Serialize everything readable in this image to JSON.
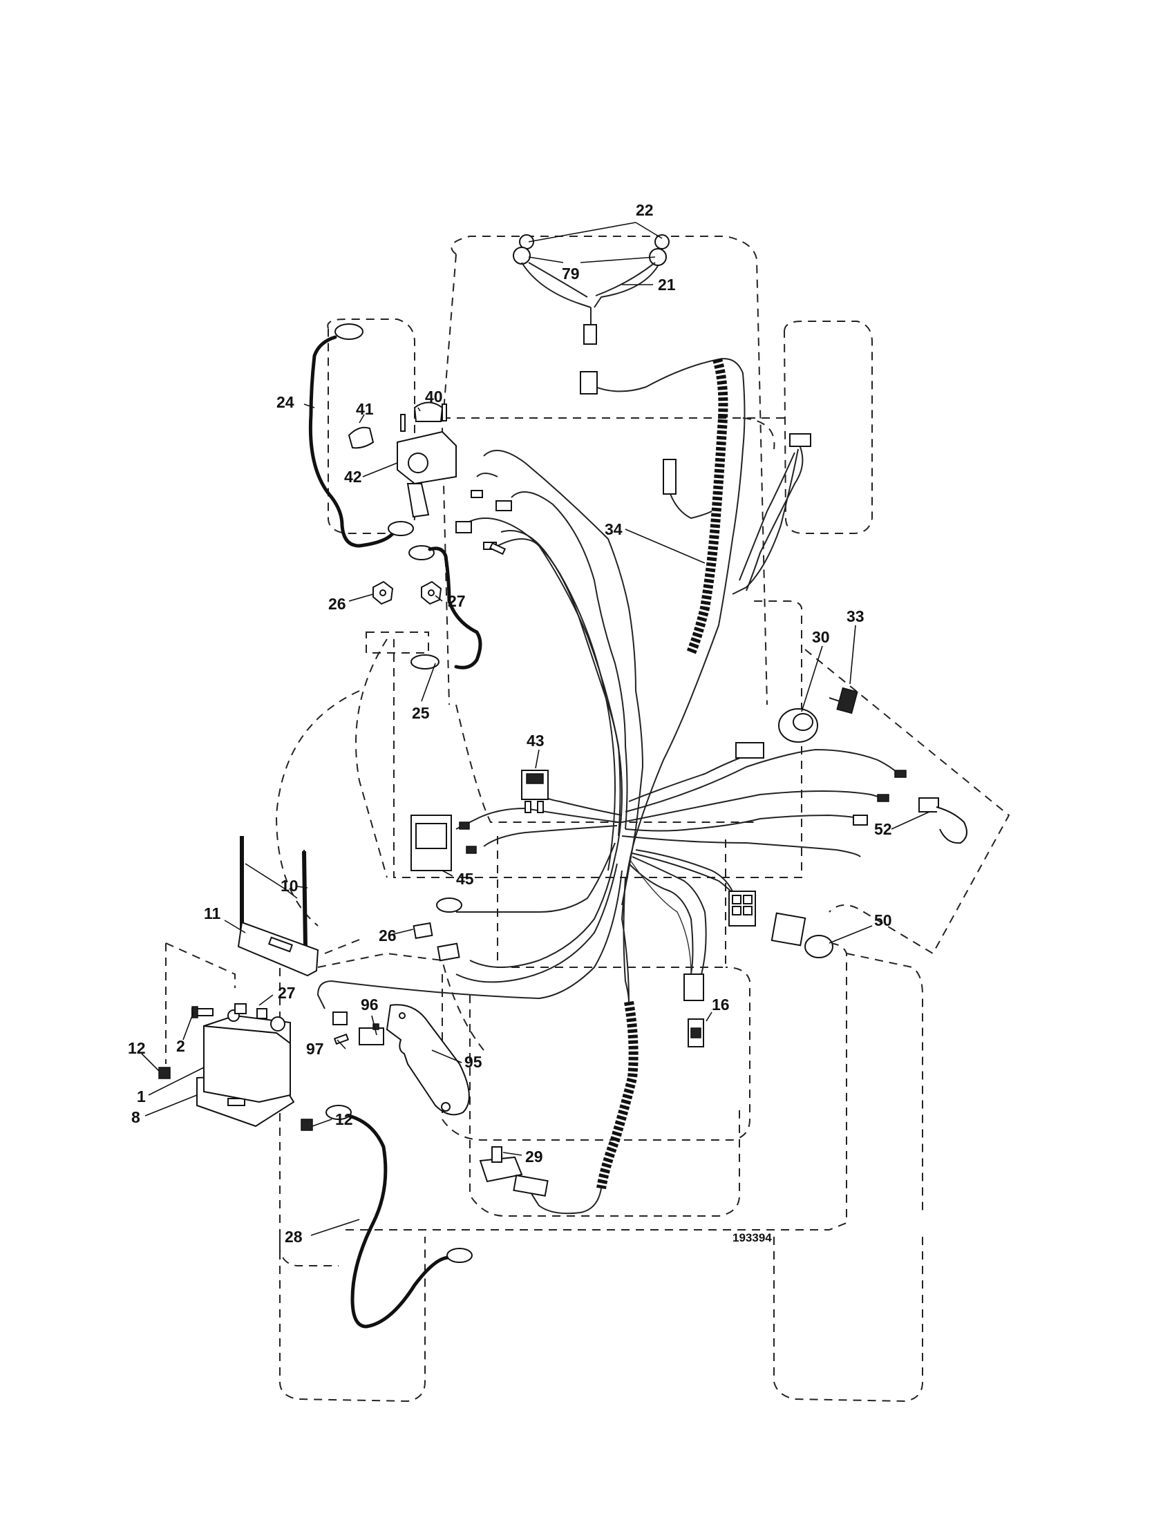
{
  "diagram": {
    "drawing_number": "193394",
    "callouts": [
      "1",
      "2",
      "8",
      "10",
      "11",
      "12",
      "12",
      "16",
      "21",
      "22",
      "24",
      "25",
      "26",
      "27",
      "27",
      "27",
      "28",
      "29",
      "30",
      "33",
      "34",
      "40",
      "41",
      "42",
      "43",
      "45",
      "50",
      "52",
      "79",
      "95",
      "96",
      "97"
    ]
  }
}
